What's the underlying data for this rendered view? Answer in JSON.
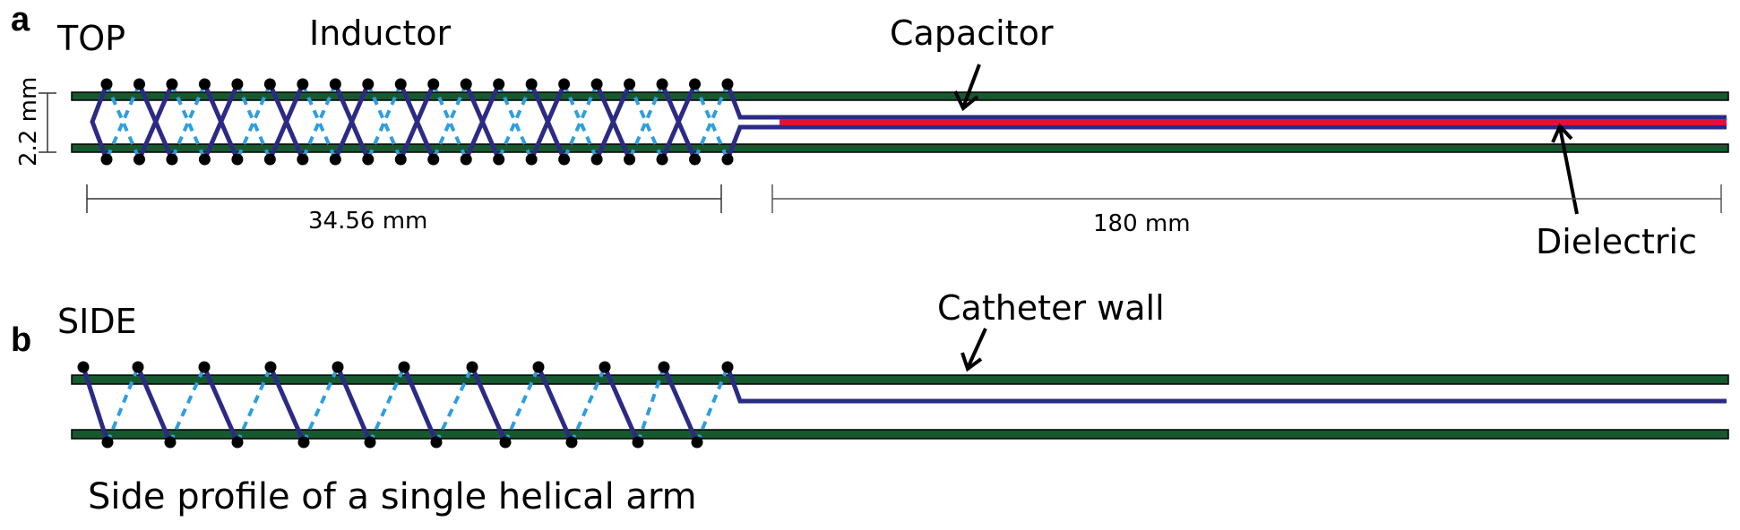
{
  "panels": {
    "a": {
      "letter": "a",
      "view_label": "TOP",
      "inductor_label": "Inductor",
      "capacitor_label": "Capacitor",
      "dielectric_label": "Dielectric",
      "height_dimension": "2.2 mm",
      "inductor_length": "34.56 mm",
      "capacitor_length": "180 mm",
      "turn_contacts": 20
    },
    "b": {
      "letter": "b",
      "view_label": "SIDE",
      "wall_label": "Catheter wall",
      "caption": "Side profile of a single helical arm",
      "top_contacts": 11,
      "bottom_contacts": 10
    }
  },
  "colors": {
    "catheter_wall": "#17582f",
    "conductor": "#2b2a85",
    "back_conductor": "#2e9ee0",
    "dielectric": "#e0123c",
    "contact": "#000000"
  }
}
